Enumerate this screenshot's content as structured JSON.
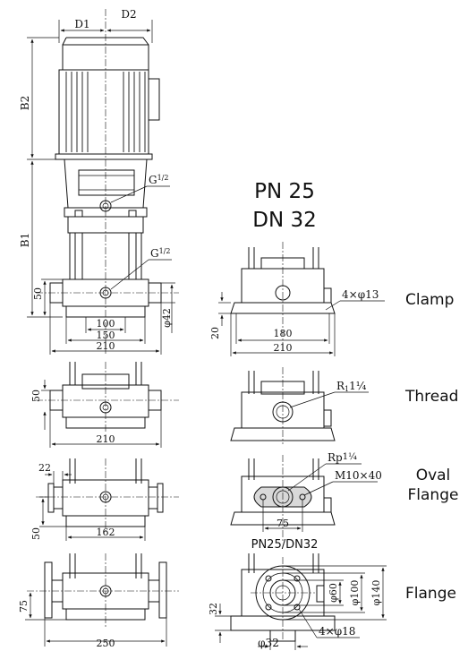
{
  "header": {
    "pn": "PN 25",
    "dn": "DN 32"
  },
  "main_view": {
    "d1": "D1",
    "d2": "D2",
    "b1": "B1",
    "b2": "B2",
    "port_top": "G",
    "port_bottom": "G",
    "port_frac": "1/2",
    "h50": "50",
    "w100": "100",
    "w150": "150",
    "w210": "210",
    "phi42": "φ42"
  },
  "clamp": {
    "label": "Clamp",
    "holes": "4×φ13",
    "h20": "20",
    "w180": "180",
    "w210": "210"
  },
  "thread": {
    "label": "Thread",
    "thread_code": "R",
    "thread_sub": "1",
    "thread_size": "1¼"
  },
  "oval": {
    "label_line1": "Oval",
    "label_line2": "Flange",
    "rp_code": "Rp",
    "rp_size": "1¼",
    "bolt": "M10×40",
    "w75": "75"
  },
  "flange": {
    "label": "Flange",
    "title": "PN25/DN32",
    "phi60": "φ60",
    "phi100": "φ100",
    "phi140": "φ140",
    "h32": "32",
    "phi32": "φ32",
    "holes": "4×φ18"
  },
  "side_thread": {
    "h50": "50",
    "w210": "210"
  },
  "side_oval": {
    "w22": "22",
    "h50": "50",
    "w162": "162"
  },
  "side_flange": {
    "h75": "75",
    "w250": "250"
  }
}
